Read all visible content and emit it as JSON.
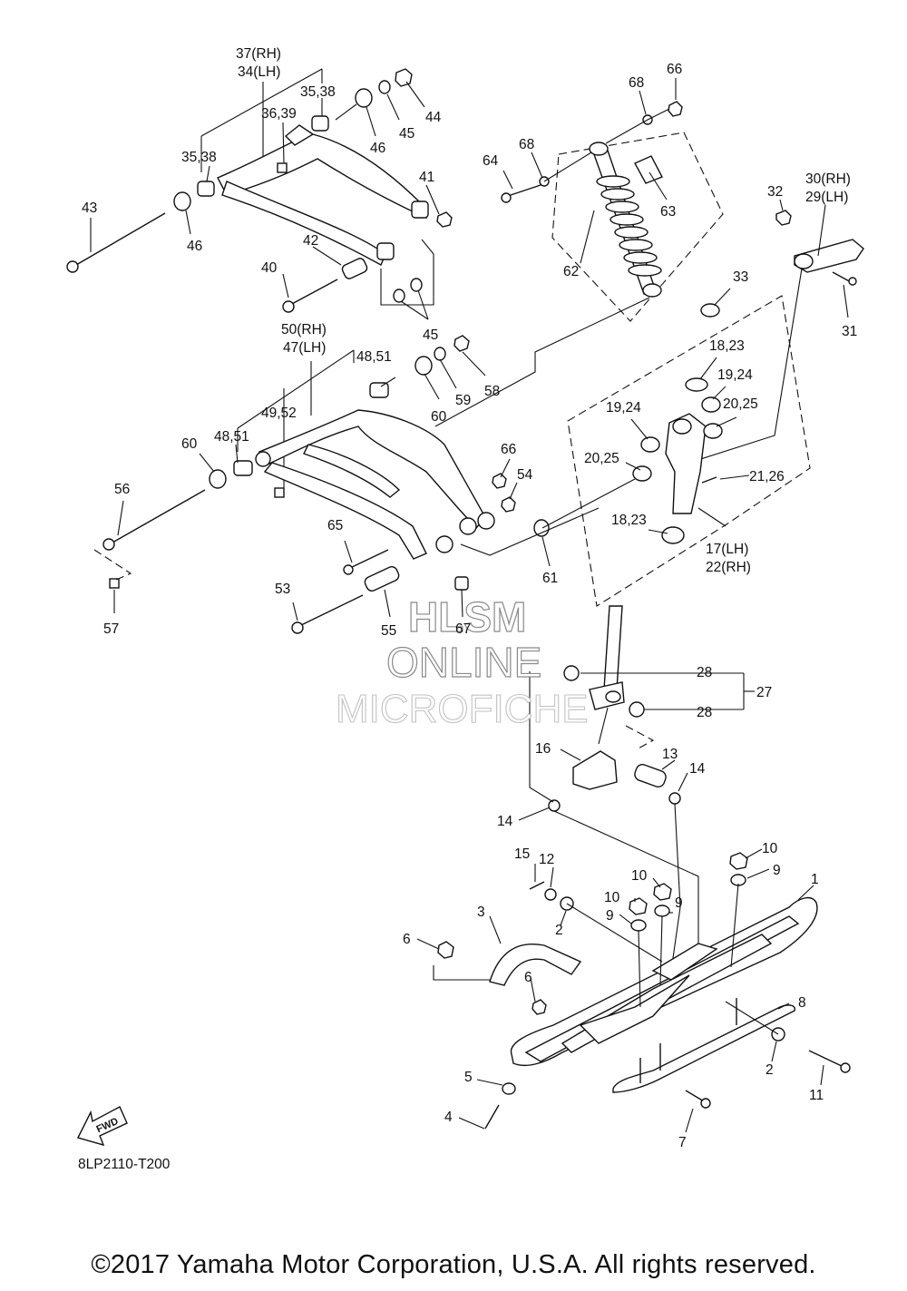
{
  "watermark": {
    "line1": "HLSM",
    "line2": "ONLINE",
    "line3": "MICROFICHE"
  },
  "fwd_label": "FWD",
  "diagram_code": "8LP2110-T200",
  "copyright": "©2017 Yamaha Motor Corporation, U.S.A. All rights reserved.",
  "callouts": {
    "c37_34_rh": "37(RH)",
    "c37_34_lh": "34(LH)",
    "c35_38_a": "35,38",
    "c36_39": "36,39",
    "c35_38_b": "35,38",
    "c44": "44",
    "c45_a": "45",
    "c46_a": "46",
    "c43": "43",
    "c46_b": "46",
    "c41": "41",
    "c42": "42",
    "c40": "40",
    "c45_b": "45",
    "c64": "64",
    "c68_a": "68",
    "c68_b": "68",
    "c66_a": "66",
    "c63": "63",
    "c62": "62",
    "c32": "32",
    "c30_rh": "30(RH)",
    "c29_lh": "29(LH)",
    "c31": "31",
    "c33": "33",
    "c18_23_a": "18,23",
    "c19_24_a": "19,24",
    "c19_24_b": "19,24",
    "c20_25_a": "20,25",
    "c20_25_b": "20,25",
    "c21_26": "21,26",
    "c18_23_b": "18,23",
    "c17_lh": "17(LH)",
    "c22_rh": "22(RH)",
    "c50_rh": "50(RH)",
    "c47_lh": "47(LH)",
    "c48_51_a": "48,51",
    "c58": "58",
    "c59": "59",
    "c60_a": "60",
    "c49_52": "49,52",
    "c48_51_b": "48,51",
    "c60_b": "60",
    "c56": "56",
    "c66_b": "66",
    "c54": "54",
    "c65": "65",
    "c61": "61",
    "c53": "53",
    "c55": "55",
    "c67": "67",
    "c57": "57",
    "c28_a": "28",
    "c28_b": "28",
    "c27": "27",
    "c16": "16",
    "c13": "13",
    "c14_a": "14",
    "c14_b": "14",
    "c15": "15",
    "c12": "12",
    "c10_a": "10",
    "c9_a": "9",
    "c1": "1",
    "c10_b": "10",
    "c10_c": "10",
    "c9_b": "9",
    "c9_c": "9",
    "c2_a": "2",
    "c3": "3",
    "c6_a": "6",
    "c6_b": "6",
    "c8": "8",
    "c2_b": "2",
    "c5": "5",
    "c4": "4",
    "c11": "11",
    "c7": "7"
  }
}
